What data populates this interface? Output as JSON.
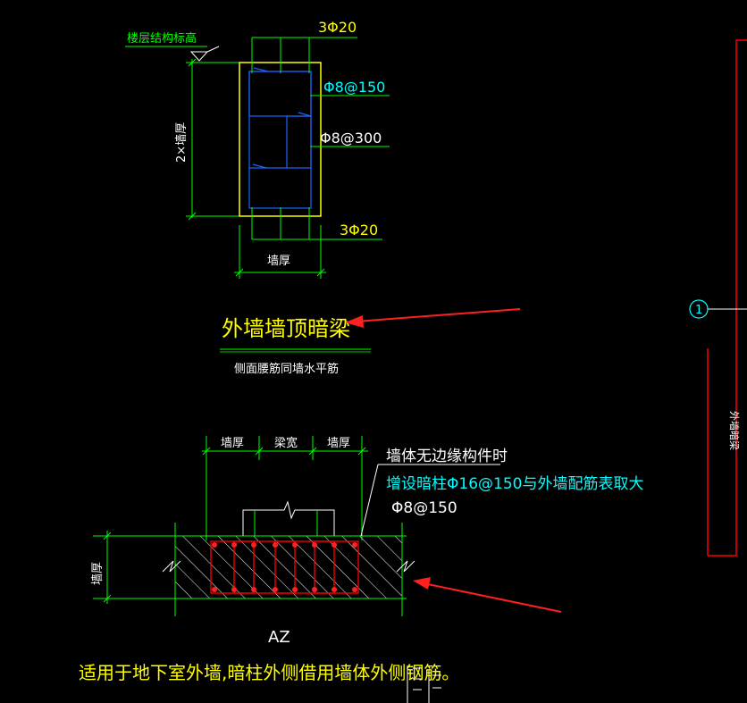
{
  "colors": {
    "background": "#000000",
    "dim_line": "#00ff00",
    "outline": "#ffff00",
    "rebar": "#1e64ff",
    "label_white": "#ffffff",
    "label_cyan": "#00ffff",
    "title_yellow": "#ffff00",
    "arrow_red": "#ff2020",
    "concrete": "#ffffff",
    "hidden_col_rebar": "#ff0000",
    "border_red": "#ff0000"
  },
  "top_section": {
    "floor_elevation_label": "楼层结构标高",
    "height_label": "2×墙厚",
    "width_label": "墙厚",
    "top_bar_label": "3Φ20",
    "stirrup_label": "Φ8@150",
    "tie_label": "Φ8@300",
    "bottom_bar_label": "3Φ20"
  },
  "title": {
    "main": "外墙墙顶暗梁",
    "note": "侧面腰筋同墙水平筋"
  },
  "bottom_section": {
    "dim_wall_left": "墙厚",
    "dim_beam_width": "梁宽",
    "dim_wall_right": "墙厚",
    "note_line1": "墙体无边缘构件时",
    "note_line2": "增设暗柱Φ16@150与外墙配筋表取大",
    "stirrup_label": "Φ8@150",
    "wall_thickness_label": "墙厚",
    "section_name": "AZ"
  },
  "footer_note": "适用于地下室外墙,暗柱外侧借用墙体外侧钢筋。",
  "right_panel": {
    "axis_number": "1",
    "vertical_label": "外墙暗梁"
  }
}
